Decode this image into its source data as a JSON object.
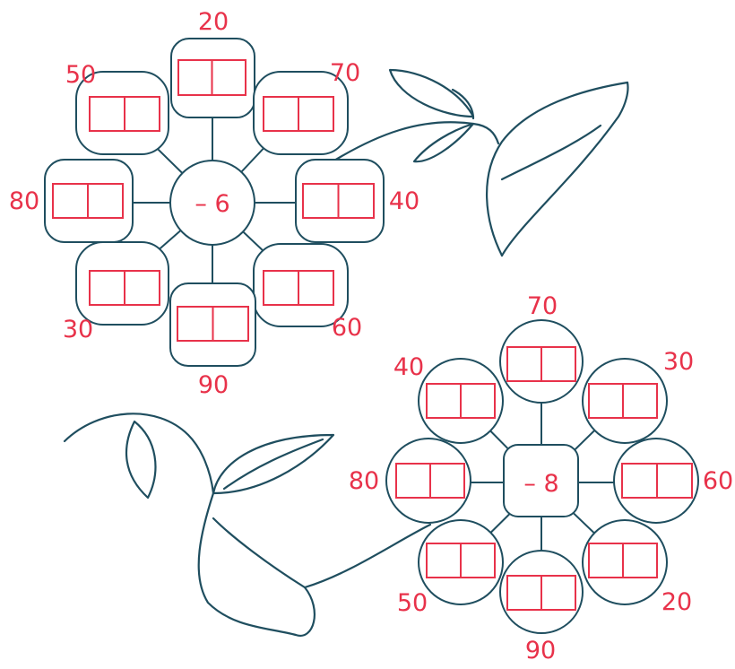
{
  "colors": {
    "outline": "#1f4e5f",
    "accent": "#e8324a",
    "background": "#ffffff"
  },
  "flowers": [
    {
      "center_shape": "circle",
      "petal_shape": "rounded-square",
      "center_label": "– 6",
      "petal_labels": [
        "20",
        "70",
        "40",
        "60",
        "90",
        "30",
        "80",
        "50"
      ],
      "stem_icon": "stem-with-leaves-icon"
    },
    {
      "center_shape": "rounded-square",
      "petal_shape": "circle",
      "center_label": "– 8",
      "petal_labels": [
        "70",
        "30",
        "60",
        "20",
        "90",
        "50",
        "80",
        "40"
      ],
      "stem_icon": "stem-with-leaves-icon"
    }
  ]
}
